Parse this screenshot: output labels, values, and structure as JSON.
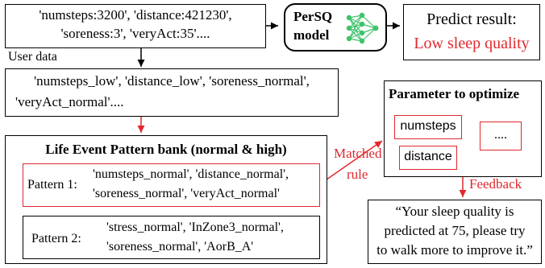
{
  "user_data": {
    "line1": "'numsteps:3200', 'distance:421230',",
    "line2": "'soreness:3', 'veryAct:35'....",
    "label": "User data"
  },
  "model": {
    "name_line1": "PerSQ",
    "name_line2": "model",
    "icon": "neural-network-icon"
  },
  "predict": {
    "title": "Predict result:",
    "value": "Low sleep quality"
  },
  "discretized": {
    "line1": "'numsteps_low', 'distance_low', 'soreness_normal',",
    "line2": "'veryAct_normal'...."
  },
  "bank": {
    "title": "Life Event Pattern bank (normal & high)",
    "pattern1": {
      "label": "Pattern 1:",
      "line1": "'numsteps_normal', 'distance_normal',",
      "line2": "'soreness_normal', 'veryAct_normal'"
    },
    "pattern2": {
      "label": "Pattern 2:",
      "line1": "'stress_normal', 'InZone3_normal',",
      "line2": "'soreness_normal', 'AorB_A'"
    }
  },
  "matched_rule": {
    "line1": "Matched",
    "line2": "rule"
  },
  "params": {
    "title": "Parameter to optimize",
    "items": [
      "numsteps",
      "distance"
    ],
    "ellipsis": "...."
  },
  "feedback": {
    "label": "Feedback",
    "line1": "“Your sleep quality is",
    "line2": "predicted at 75, please try",
    "line3": "to walk more to improve it.”"
  },
  "colors": {
    "accent": "#e0282e",
    "icon_green": "#3cc46a"
  }
}
